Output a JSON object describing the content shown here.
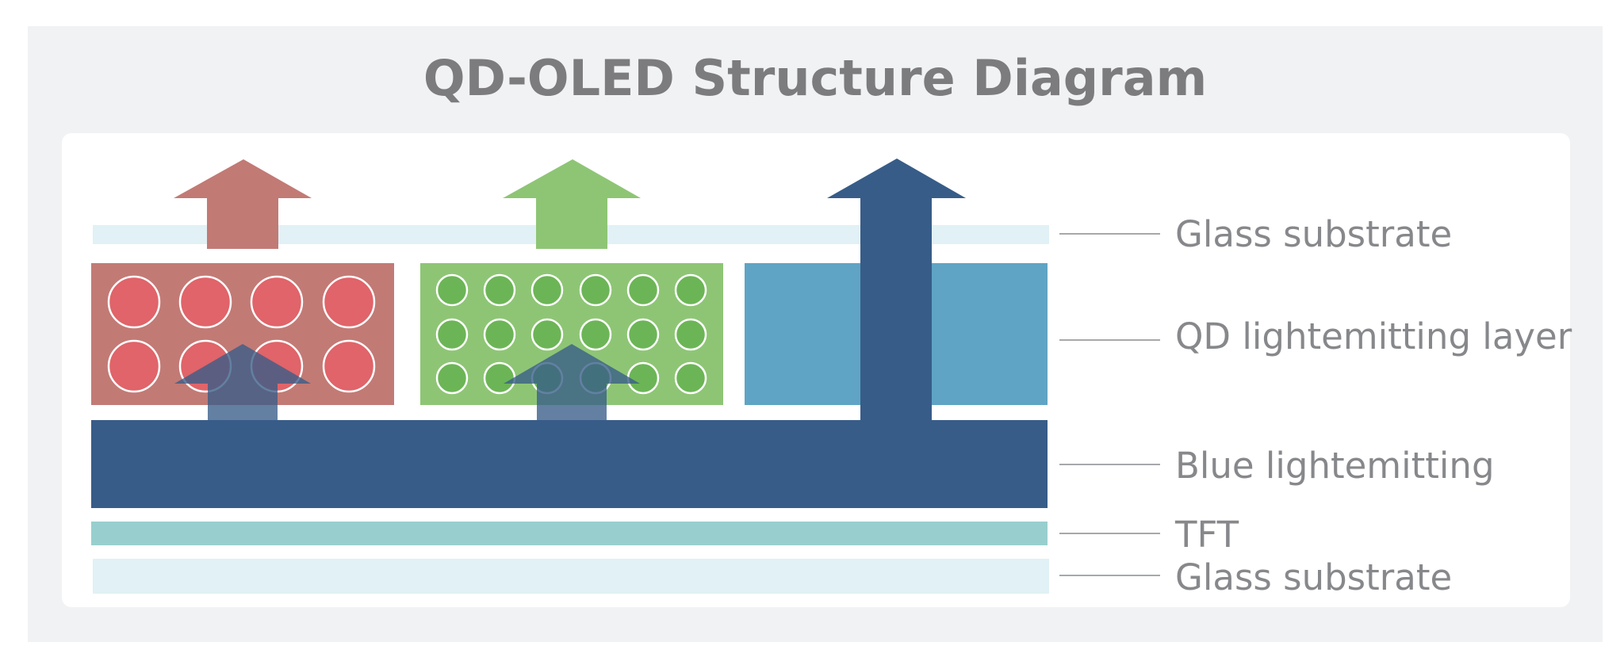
{
  "title": "QD-OLED Structure Diagram",
  "labels": {
    "glass_top": "Glass substrate",
    "qd_layer": "QD lightemitting layer",
    "blue_layer": "Blue lightemitting",
    "tft": "TFT",
    "glass_bottom": "Glass substrate"
  },
  "colors": {
    "background": "#f1f2f4",
    "panel": "#ffffff",
    "glass": "#e1f1f6",
    "red_cell": "#c27a75",
    "red_dot": "#e06469",
    "green_cell": "#8ec575",
    "green_dot": "#6cb556",
    "blue_cell": "#5fa4c4",
    "blue_layer": "#375c88",
    "tft": "#98cfce",
    "text": "#87888b"
  }
}
